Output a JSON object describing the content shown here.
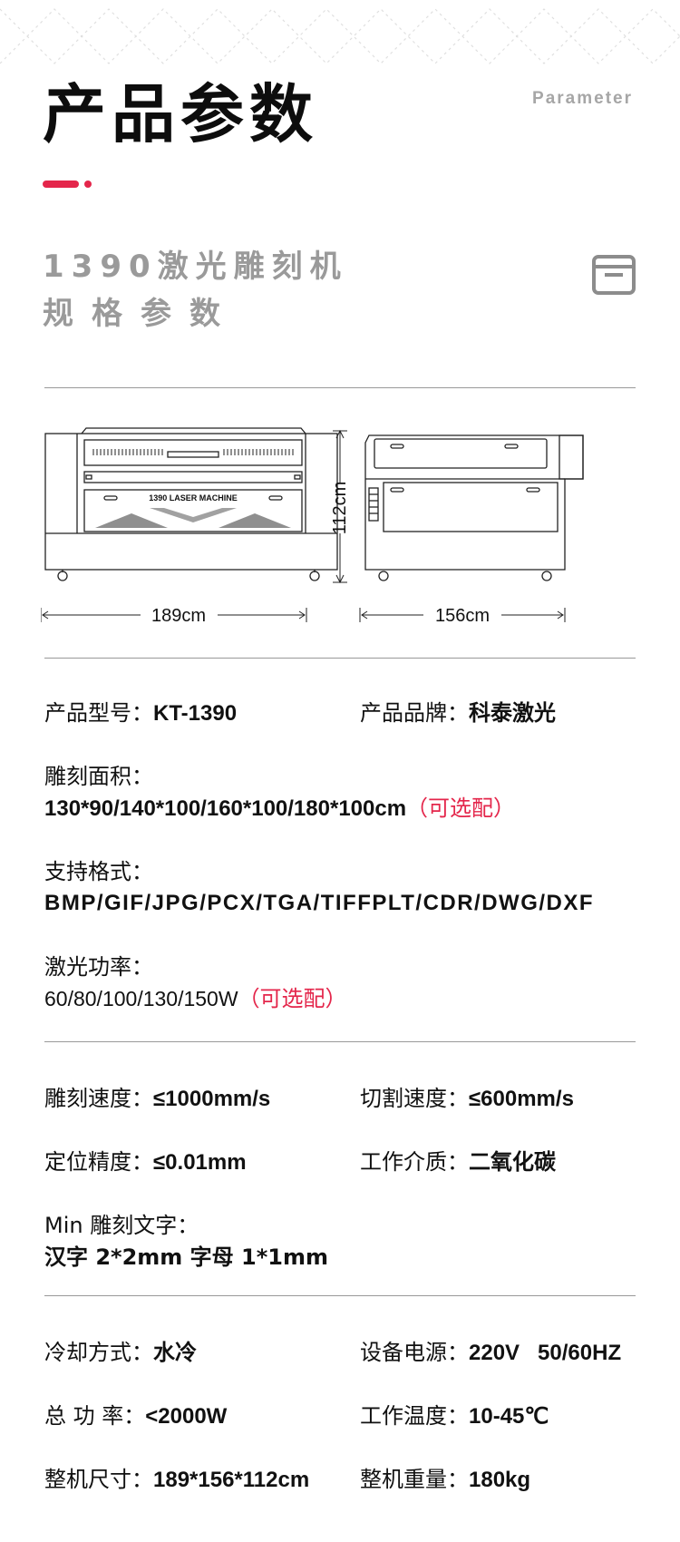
{
  "header": {
    "title": "产品参数",
    "param_label": "Parameter",
    "subtitle_line1": "1390激光雕刻机",
    "subtitle_line2": "规格参数"
  },
  "colors": {
    "accent": "#e4264b",
    "subtitle": "#9a9a9a",
    "divider": "#999999"
  },
  "icons": [
    "archive-box-icon"
  ],
  "diagram": {
    "machine_label": "1390 LASER MACHINE",
    "front_width": "189cm",
    "height": "112cm",
    "side_depth": "156cm"
  },
  "specs": {
    "model_label": "产品型号：",
    "model_value": "KT-1390",
    "brand_label": "产品品牌：",
    "brand_value": "科泰激光",
    "area_label": "雕刻面积：",
    "area_value": "130*90/140*100/160*100/180*100cm",
    "area_optional": "（可选配）",
    "format_label": "支持格式：",
    "format_value": "BMP/GIF/JPG/PCX/TGA/TIFFPLT/CDR/DWG/DXF",
    "power_label": "激光功率：",
    "power_value": "60/80/100/130/150W",
    "power_optional": "（可选配）",
    "engrave_speed_label": "雕刻速度：",
    "engrave_speed_value": "≤1000mm/s",
    "cut_speed_label": "切割速度：",
    "cut_speed_value": "≤600mm/s",
    "precision_label": "定位精度：",
    "precision_value": "≤0.01mm",
    "medium_label": "工作介质：",
    "medium_value": "二氧化碳",
    "min_text_label": "Min 雕刻文字：",
    "min_text_value": "汉字 2*2mm 字母 1*1mm",
    "cooling_label": "冷却方式：",
    "cooling_value": "水冷",
    "power_supply_label": "设备电源：",
    "power_supply_value": "220V   50/60HZ",
    "total_power_label": "总 功 率：",
    "total_power_value": "<2000W",
    "temp_label": "工作温度：",
    "temp_value": "10-45℃",
    "size_label": "整机尺寸：",
    "size_value": "189*156*112cm",
    "weight_label": "整机重量：",
    "weight_value": "180kg"
  }
}
